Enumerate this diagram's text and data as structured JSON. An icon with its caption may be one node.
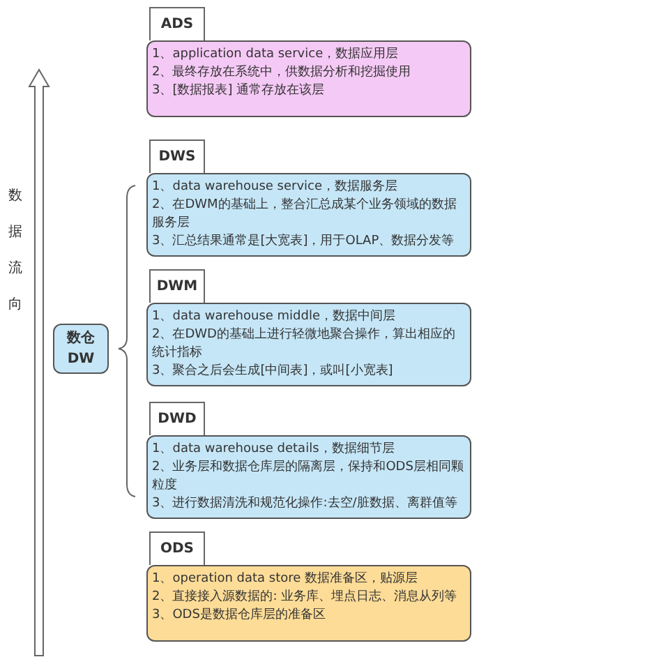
{
  "diagram": {
    "nodes": [
      {
        "text": [
          "ADS",
          "1、application data service，数据应用层",
          "2、最终存放在系统中，供数据分析和挖掘使用",
          "3、[数据报表] 通常存放在该层"
        ]
      },
      {
        "text": [
          "DWS",
          "1、data warehouse service，数据服务层",
          "2、在DWM的基础上，整合汇总成某个业务领域的数据服务层",
          "3、汇总结果通常是[大宽表]，用于OLAP、数据分发等"
        ]
      },
      {
        "text": [
          "DWM",
          "1、data warehouse middle，数据中间层",
          "2、在DWD的基础上进行轻微地聚合操作，算出相应的统计指标",
          "3、聚合之后会生成[中间表]，或叫[小宽表]"
        ]
      },
      {
        "text": [
          "DWD",
          "1、data warehouse details，数据细节层",
          "2、业务层和数据仓库层的隔离层，保持和ODS层相同颗粒度",
          "3、进行数据清洗和规范化操作:去空/脏数据、离群值等"
        ]
      },
      {
        "text": [
          "ODS",
          "1、operation data store 数据准备区，贴源层",
          "2、直接接入源数据的: 业务库、埋点日志、消息从列等",
          "3、ODS是数据仓库层的准备区"
        ]
      },
      {
        "text": [
          "数仓DW"
        ]
      }
    ],
    "labels": [
      "数据流向"
    ]
  }
}
